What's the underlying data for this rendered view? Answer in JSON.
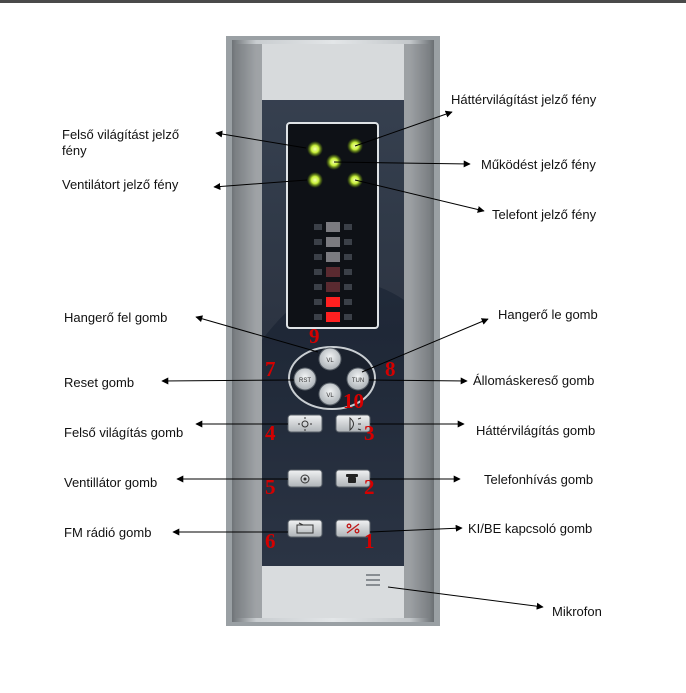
{
  "labels": {
    "upper_light_led": "Felső világítást jelző fény",
    "backlight_led": "Háttérvilágítást jelző fény",
    "operation_led": "Működést jelző fény",
    "fan_led": "Ventilátort jelző fény",
    "phone_led": "Telefont jelző fény",
    "volume_up": "Hangerő fel gomb",
    "volume_down": "Hangerő le gomb",
    "reset": "Reset gomb",
    "station_search": "Állomáskereső gomb",
    "upper_light_button": "Felső világítás gomb",
    "backlight_button": "Háttérvilágítás gomb",
    "fan_button": "Ventillátor gomb",
    "phone_call_button": "Telefonhívás gomb",
    "fm_radio_button": "FM rádió gomb",
    "power_button": "KI/BE kapcsoló gomb",
    "microphone": "Mikrofon"
  },
  "numbers": {
    "n1": "1",
    "n2": "2",
    "n3": "3",
    "n4": "4",
    "n5": "5",
    "n6": "6",
    "n7": "7",
    "n8": "8",
    "n9": "9",
    "n10": "10"
  },
  "button_text": {
    "reset": "RST",
    "tune": "TUN",
    "vol_up": "VL",
    "vol_down": "VL"
  },
  "colors": {
    "led_green": "#c8f03a",
    "led_red": "#ff2020",
    "number_red": "#d40000",
    "panel_dark": "#1e2838"
  },
  "icons": {
    "upper_light": "sun-icon",
    "backlight": "lamp-icon",
    "fan": "fan-icon",
    "phone": "phone-icon",
    "radio": "radio-icon",
    "power": "power-icon"
  },
  "volume_level": {
    "lit_segments": 2,
    "total_segments": 7
  }
}
